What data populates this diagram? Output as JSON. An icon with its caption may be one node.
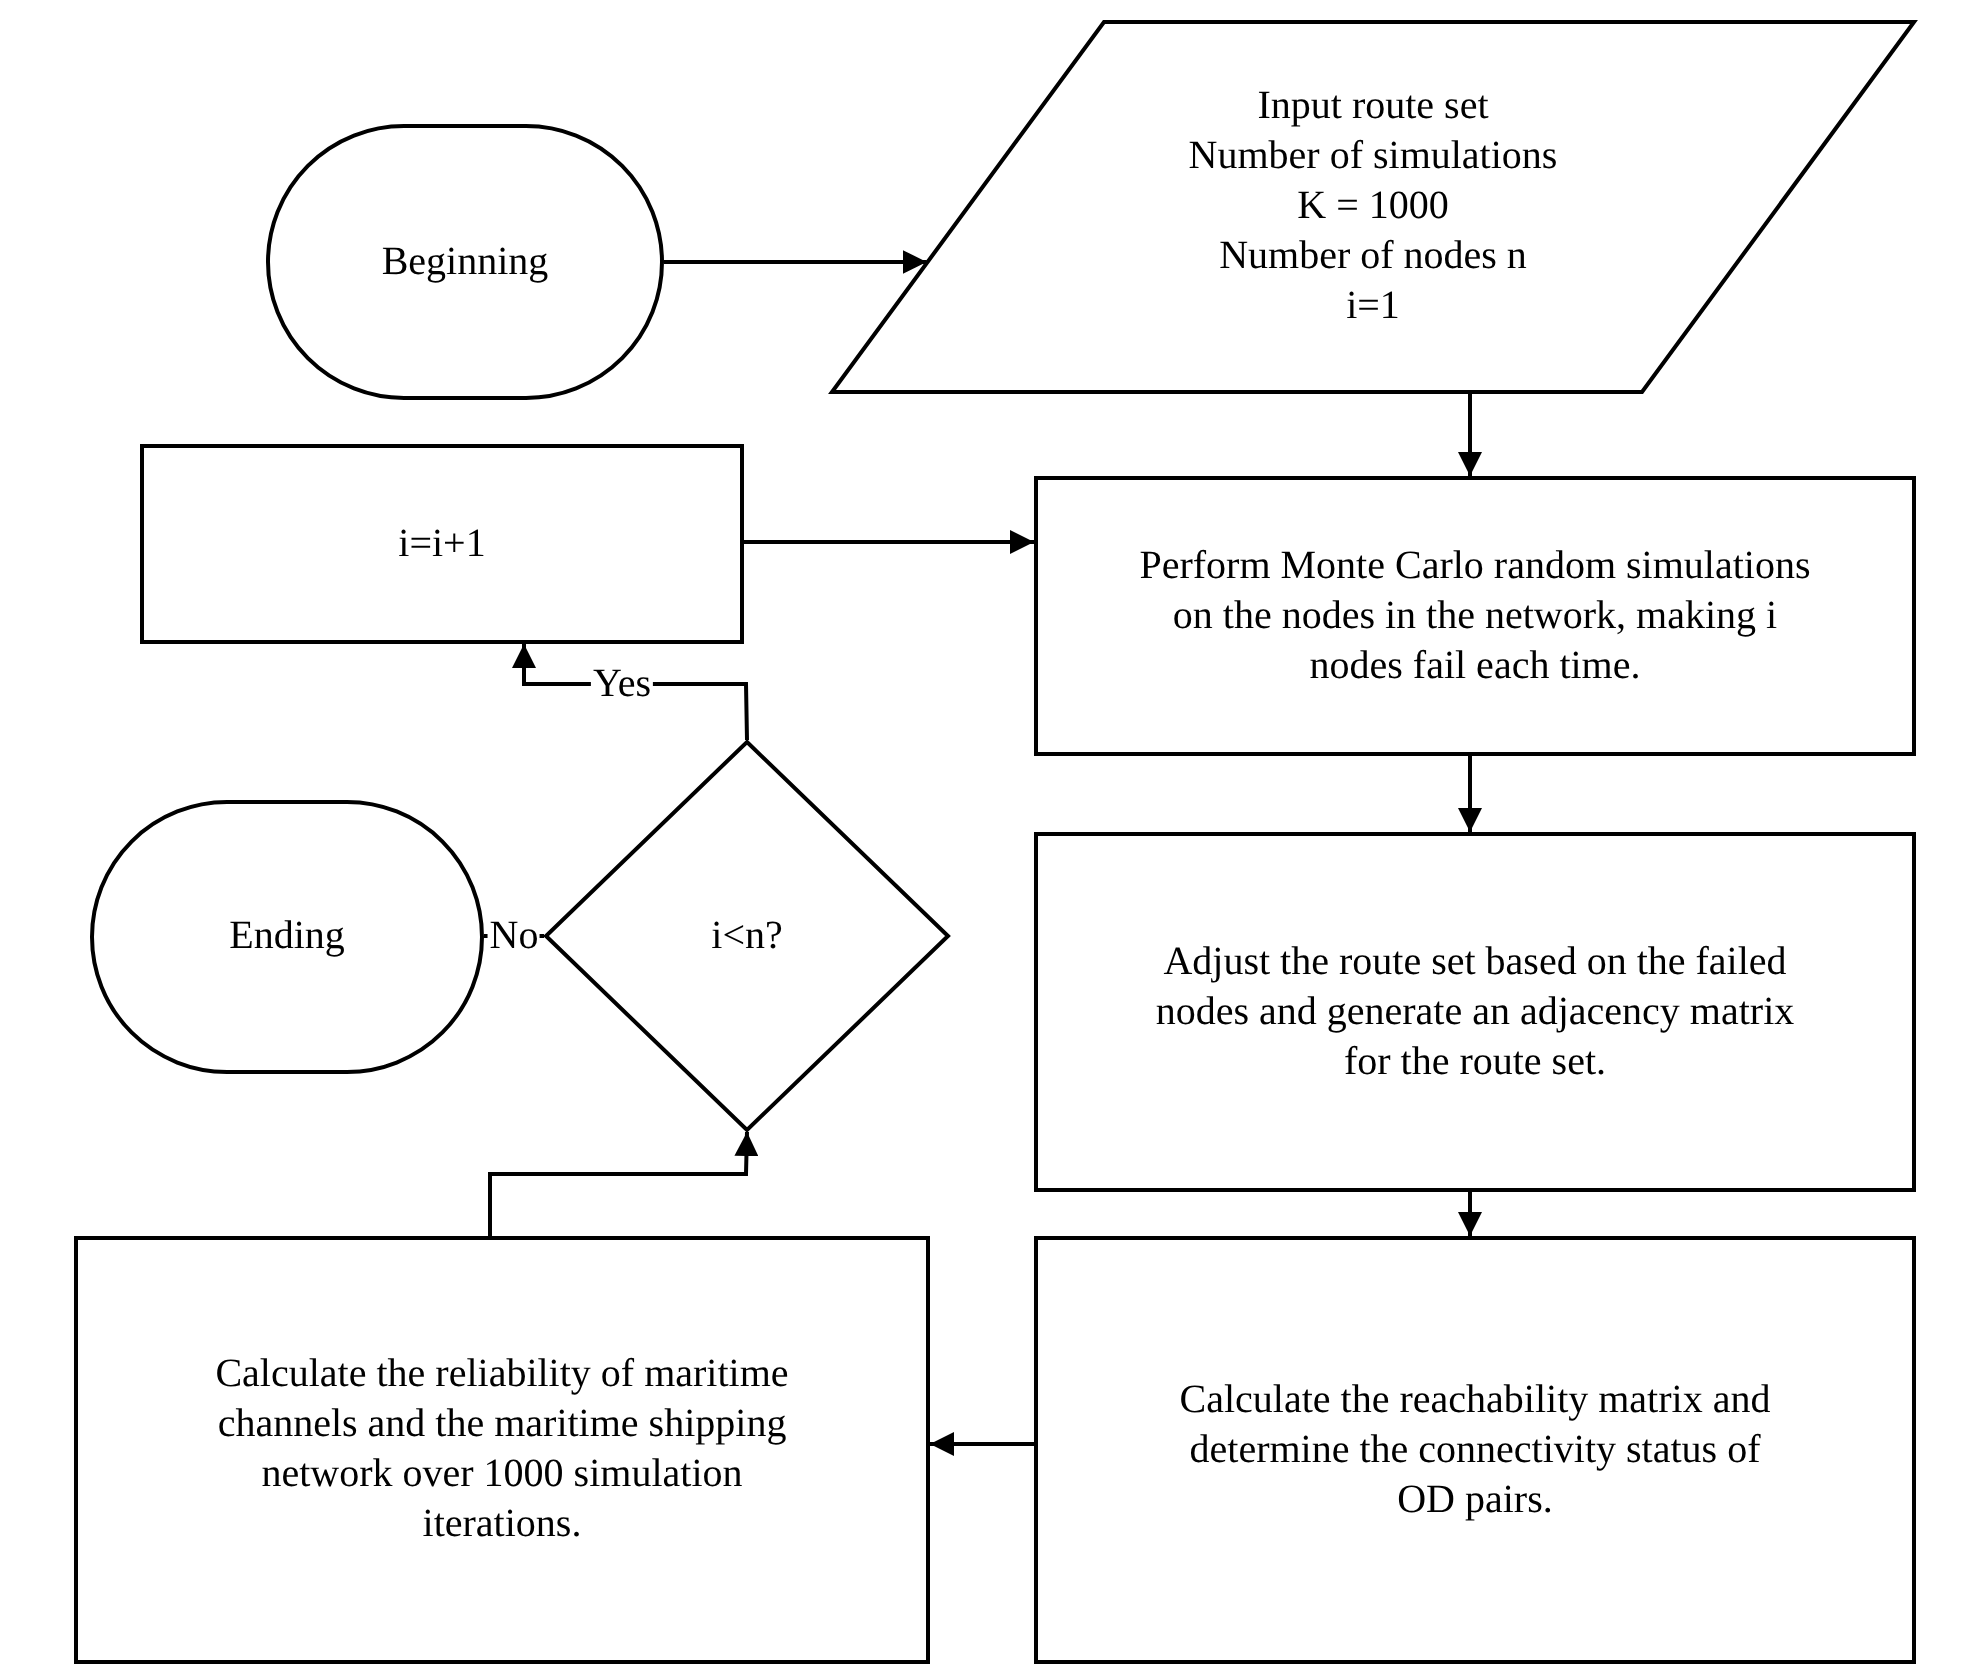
{
  "diagram": {
    "nodes": [
      {
        "text": [
          "Beginning"
        ]
      },
      {
        "text": [
          "Input route set",
          "Number of simulations K = 1000",
          "Number of nodes n",
          "i=1"
        ]
      },
      {
        "text": [
          "Perform Monte Carlo random simulations on the nodes in the network, making i nodes fail each time."
        ]
      },
      {
        "text": [
          "i=i+1"
        ]
      },
      {
        "text": [
          "Adjust the route set based on the failed nodes and generate an adjacency matrix for the route set."
        ]
      },
      {
        "text": [
          "Calculate the reachability matrix and determine the connectivity status of OD  pairs."
        ]
      },
      {
        "text": [
          "Calculate the reliability of maritime channels and the maritime shipping network over 1000 simulation iterations."
        ]
      },
      {
        "text": [
          "i<n?"
        ]
      },
      {
        "text": [
          "Ending"
        ]
      }
    ],
    "edges": [
      {
        "from": 0,
        "to": 1,
        "arrow": "to"
      },
      {
        "from": 1,
        "to": 2,
        "arrow": "to"
      },
      {
        "from": 3,
        "to": 2,
        "arrow": "to"
      },
      {
        "from": 2,
        "to": 4,
        "arrow": "to"
      },
      {
        "from": 4,
        "to": 5,
        "arrow": "to"
      },
      {
        "from": 5,
        "to": 6,
        "arrow": "to"
      },
      {
        "from": 6,
        "to": 7,
        "arrow": "to"
      },
      {
        "from": 7,
        "to": 3,
        "arrow": "to",
        "label": "Yes"
      },
      {
        "from": 7,
        "to": 8,
        "arrow": "to",
        "label": "No"
      }
    ]
  }
}
